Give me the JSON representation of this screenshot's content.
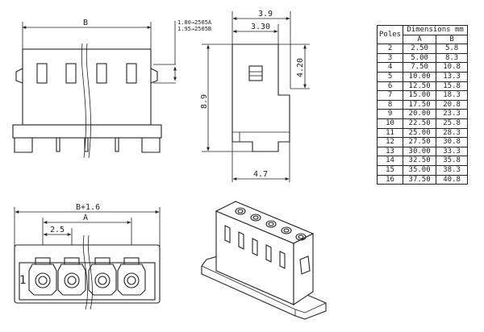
{
  "drawing": {
    "top_view": {
      "dim_b": "B",
      "note_line1": "1.80→2505A",
      "note_line2": "1.95→2505B"
    },
    "side_view": {
      "dim_39": "3.9",
      "dim_330": "3.30",
      "dim_420": "4.20",
      "dim_89": "8.9",
      "dim_47": "4.7"
    },
    "bottom_view": {
      "dim_b16": "B+1.6",
      "dim_a": "A",
      "dim_25": "2.5",
      "pole_one": "1"
    }
  },
  "table": {
    "header_poles": "Poles",
    "header_dims": "Dimensions mm",
    "header_a": "A",
    "header_b": "B",
    "rows": [
      {
        "poles": "2",
        "a": "2.50",
        "b": "5.8"
      },
      {
        "poles": "3",
        "a": "5.00",
        "b": "8.3"
      },
      {
        "poles": "4",
        "a": "7.50",
        "b": "10.8"
      },
      {
        "poles": "5",
        "a": "10.00",
        "b": "13.3"
      },
      {
        "poles": "6",
        "a": "12.50",
        "b": "15.8"
      },
      {
        "poles": "7",
        "a": "15.00",
        "b": "18.3"
      },
      {
        "poles": "8",
        "a": "17.50",
        "b": "20.8"
      },
      {
        "poles": "9",
        "a": "20.00",
        "b": "23.3"
      },
      {
        "poles": "10",
        "a": "22.50",
        "b": "25.8"
      },
      {
        "poles": "11",
        "a": "25.00",
        "b": "28.3"
      },
      {
        "poles": "12",
        "a": "27.50",
        "b": "30.8"
      },
      {
        "poles": "13",
        "a": "30.00",
        "b": "33.3"
      },
      {
        "poles": "14",
        "a": "32.50",
        "b": "35.8"
      },
      {
        "poles": "15",
        "a": "35.00",
        "b": "38.3"
      },
      {
        "poles": "16",
        "a": "37.50",
        "b": "40.8"
      }
    ]
  }
}
